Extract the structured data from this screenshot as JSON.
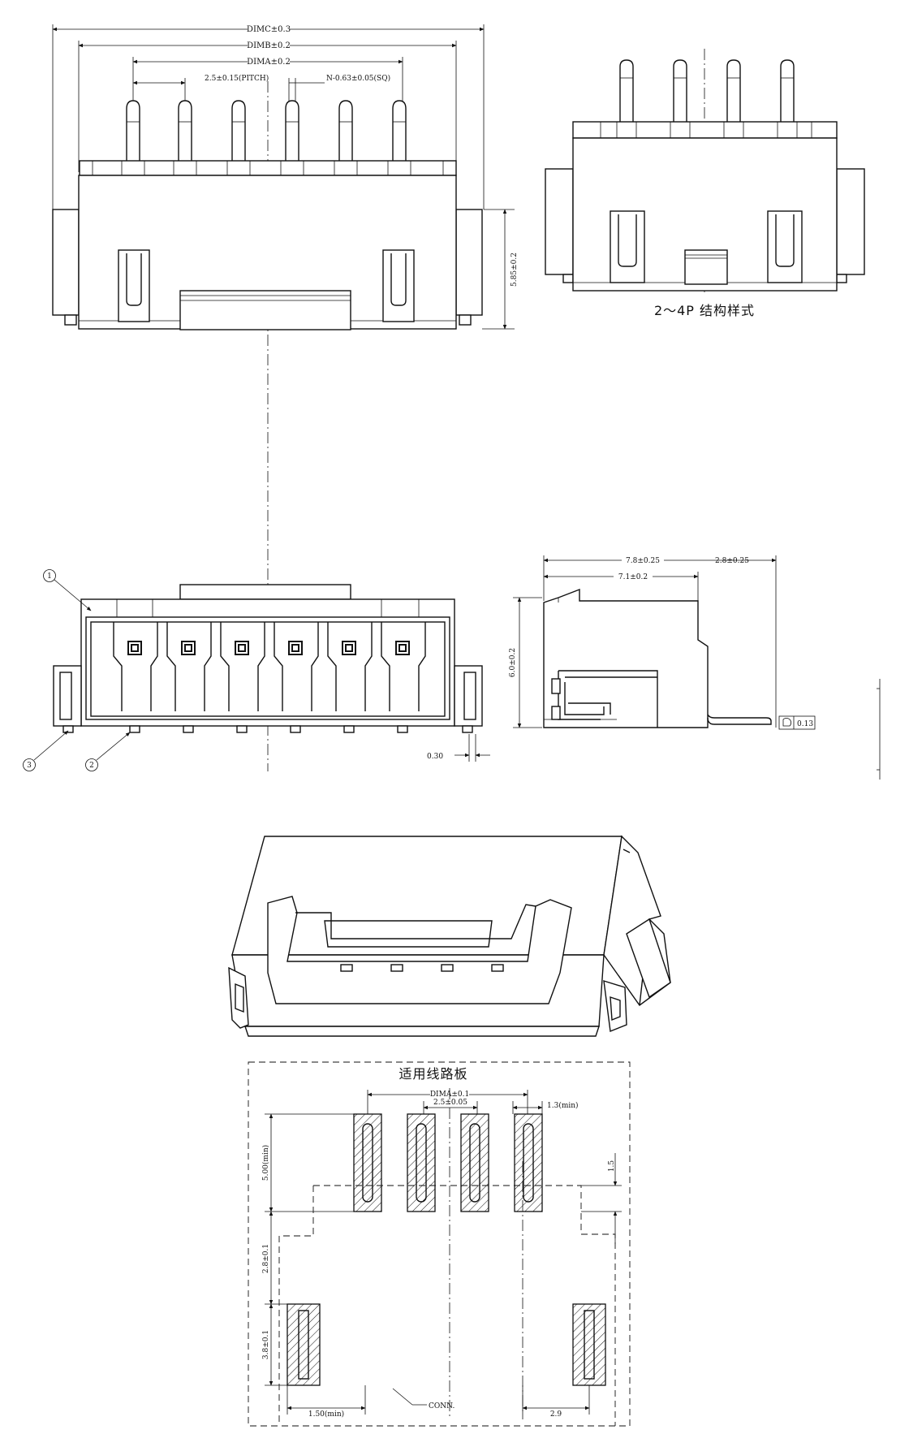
{
  "front_view": {
    "dim_c": "DIMC±0.3",
    "dim_b": "DIMB±0.2",
    "dim_a": "DIMA±0.2",
    "pitch": "2.5±0.15(PITCH)",
    "pin_size": "N-0.63±0.05(SQ)",
    "height": "5.85±0.2"
  },
  "variant_view": {
    "caption": "2～4P 结构样式"
  },
  "top_view": {
    "callout_1": "1",
    "callout_2": "2",
    "callout_3": "3",
    "dim_gap": "0.30"
  },
  "side_view": {
    "depth_outer": "7.8±0.25",
    "depth_inner": "7.1±0.2",
    "lead": "2.8±0.25",
    "height": "6.0±0.2",
    "flatness_value": "0.13"
  },
  "pcb_layout": {
    "title": "适用线路板",
    "dim_a": "DIMA±0.1",
    "pitch": "2.5±0.05",
    "pad_width": "1.3(min)",
    "pad_length": "5.00(min)",
    "dim_15": "1.5",
    "dim_28": "2.8±0.1",
    "dim_38": "3.8±0.1",
    "dim_150": "1.50(min)",
    "conn_label": "CONN.",
    "dim_29": "2.9"
  }
}
